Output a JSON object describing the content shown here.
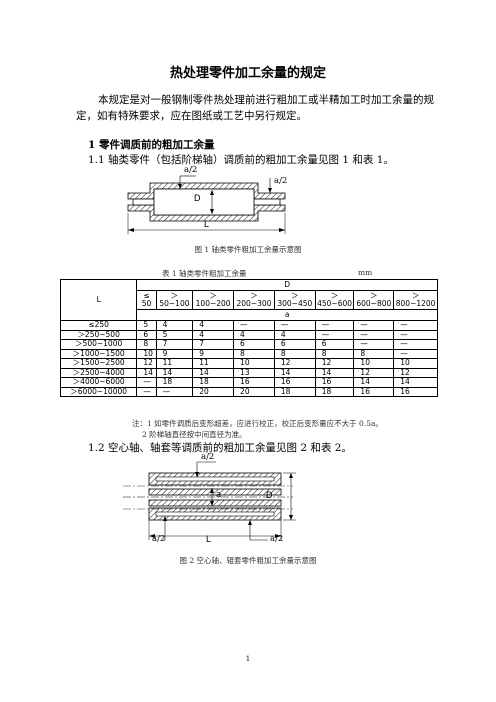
{
  "title": "热处理零件加工余量的规定",
  "intro": "本规定是对一般钢制零件热处理前进行粗加工或半精加工时加工余量的规定，如有特殊要求，应在图纸或工艺中另行规定。",
  "section1": {
    "heading": "1  零件调质前的粗加工余量",
    "sub1": "1.1  轴类零件（包括阶梯轴）调质前的粗加工余量见图 1 和表 1。",
    "sub2": "1.2  空心轴、轴套等调质前的粗加工余量见图 2 和表 2。"
  },
  "figure1": {
    "label_a_half_top": "a/2",
    "label_a_half_right": "a/2",
    "label_D": "D",
    "label_L": "L",
    "caption": "图 1  轴类零件粗加工余量示意图"
  },
  "table1": {
    "caption": "表 1  轴类零件粗加工余量",
    "unit": "mm",
    "row_header": "L",
    "group_header": "D",
    "sub_header": "a",
    "columns": [
      {
        "line1": "≤",
        "line2": "50"
      },
      {
        "line1": "＞",
        "line2": "50~100"
      },
      {
        "line1": "＞",
        "line2": "100~200"
      },
      {
        "line1": "＞",
        "line2": "200~300"
      },
      {
        "line1": "＞",
        "line2": "300~450"
      },
      {
        "line1": "＞",
        "line2": "450~600"
      },
      {
        "line1": "＞",
        "line2": "600~800"
      },
      {
        "line1": "＞",
        "line2": "800~1200"
      }
    ],
    "rows": [
      {
        "L": "≤250",
        "values": [
          "5",
          "4",
          "4",
          "—",
          "—",
          "—",
          "—",
          "—"
        ]
      },
      {
        "L": "＞250~500",
        "values": [
          "6",
          "5",
          "4",
          "4",
          "4",
          "—",
          "—",
          "—"
        ]
      },
      {
        "L": "＞500~1000",
        "values": [
          "8",
          "7",
          "7",
          "6",
          "6",
          "6",
          "—",
          "—"
        ]
      },
      {
        "L": "＞1000~1500",
        "values": [
          "10",
          "9",
          "9",
          "8",
          "8",
          "8",
          "8",
          "—"
        ]
      },
      {
        "L": "＞1500~2500",
        "values": [
          "12",
          "11",
          "11",
          "10",
          "12",
          "12",
          "10",
          "10"
        ]
      },
      {
        "L": "＞2500~4000",
        "values": [
          "14",
          "14",
          "14",
          "13",
          "14",
          "14",
          "12",
          "12"
        ]
      },
      {
        "L": "＞4000~6000",
        "values": [
          "—",
          "18",
          "18",
          "16",
          "16",
          "16",
          "14",
          "14"
        ]
      },
      {
        "L": "＞6000~10000",
        "values": [
          "—",
          "—",
          "20",
          "20",
          "18",
          "18",
          "16",
          "16"
        ]
      }
    ],
    "notes": [
      "注：1  如零件调质后变形超差，应进行校正，校正后变形量应不大于 0.5a。",
      "2  阶梯轴直径按中间直径为准。"
    ]
  },
  "figure2": {
    "label_a_half_top": "a/2",
    "label_a": "a",
    "label_D": "D",
    "label_a_half_left": "a/2",
    "label_L": "L",
    "label_a_half_right": "a/2",
    "caption": "图 2   空心轴、辊套零件粗加工余量示意图"
  },
  "page_number": "1"
}
